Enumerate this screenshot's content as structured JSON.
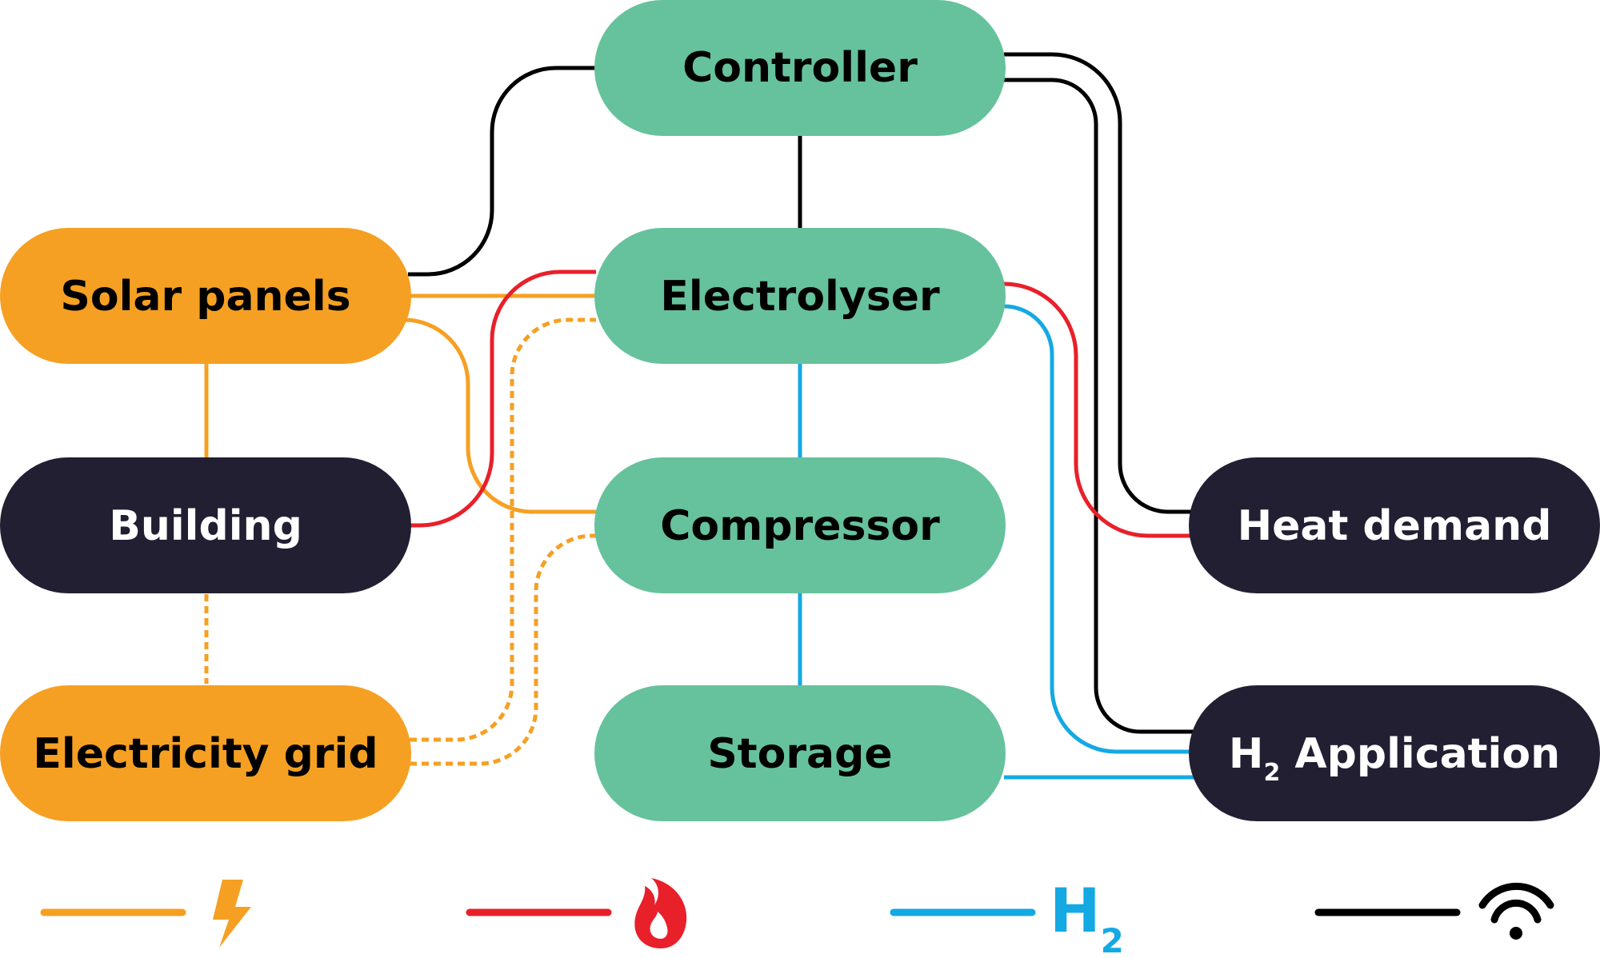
{
  "colors": {
    "green": "#66c29c",
    "orange": "#f5a023",
    "dark": "#221f33",
    "red": "#e8202a",
    "blue": "#14a9e3",
    "black": "#000000"
  },
  "nodes": {
    "controller": "Controller",
    "electrolyser": "Electrolyser",
    "compressor": "Compressor",
    "storage": "Storage",
    "solar_panels": "Solar panels",
    "building": "Building",
    "electricity_grid": "Electricity grid",
    "heat_demand": "Heat demand",
    "h2_application": {
      "prefix": "H",
      "subscript": "2",
      "suffix": " Application"
    }
  },
  "legend": [
    {
      "line_color": "orange",
      "icon": "lightning-bolt-icon",
      "meaning": "electricity"
    },
    {
      "line_color": "red",
      "icon": "flame-icon",
      "meaning": "heat"
    },
    {
      "line_color": "blue",
      "icon": "h2-icon",
      "icon_text": "H",
      "icon_subscript": "2",
      "meaning": "hydrogen"
    },
    {
      "line_color": "black",
      "icon": "wifi-icon",
      "meaning": "data"
    }
  ]
}
